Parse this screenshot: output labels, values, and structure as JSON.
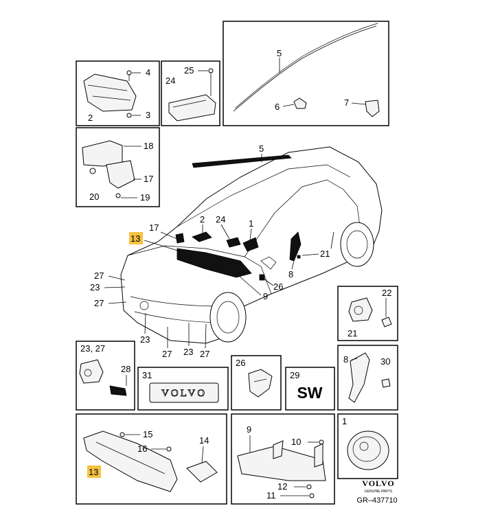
{
  "callouts": {
    "c1": "1",
    "c2": "2",
    "c3": "3",
    "c4": "4",
    "c5": "5",
    "c6": "6",
    "c7": "7",
    "c8": "8",
    "c9": "9",
    "c10": "10",
    "c11": "11",
    "c12": "12",
    "c13": "13",
    "c14": "14",
    "c15": "15",
    "c16": "16",
    "c17": "17",
    "c18": "18",
    "c19": "19",
    "c20": "20",
    "c21": "21",
    "c22": "22",
    "c23": "23",
    "c23_27": "23, 27",
    "c24": "24",
    "c25": "25",
    "c26": "26",
    "c27": "27",
    "c28": "28",
    "c29": "29",
    "c30": "30",
    "c31": "31"
  },
  "badge_text": "VOLVO",
  "sw_text": "SW",
  "brand": {
    "name": "VOLVO",
    "tagline": "GENUINE PARTS"
  },
  "figure_id": "GR–437710",
  "colors": {
    "highlight": "#f5c242",
    "line": "#000000"
  }
}
